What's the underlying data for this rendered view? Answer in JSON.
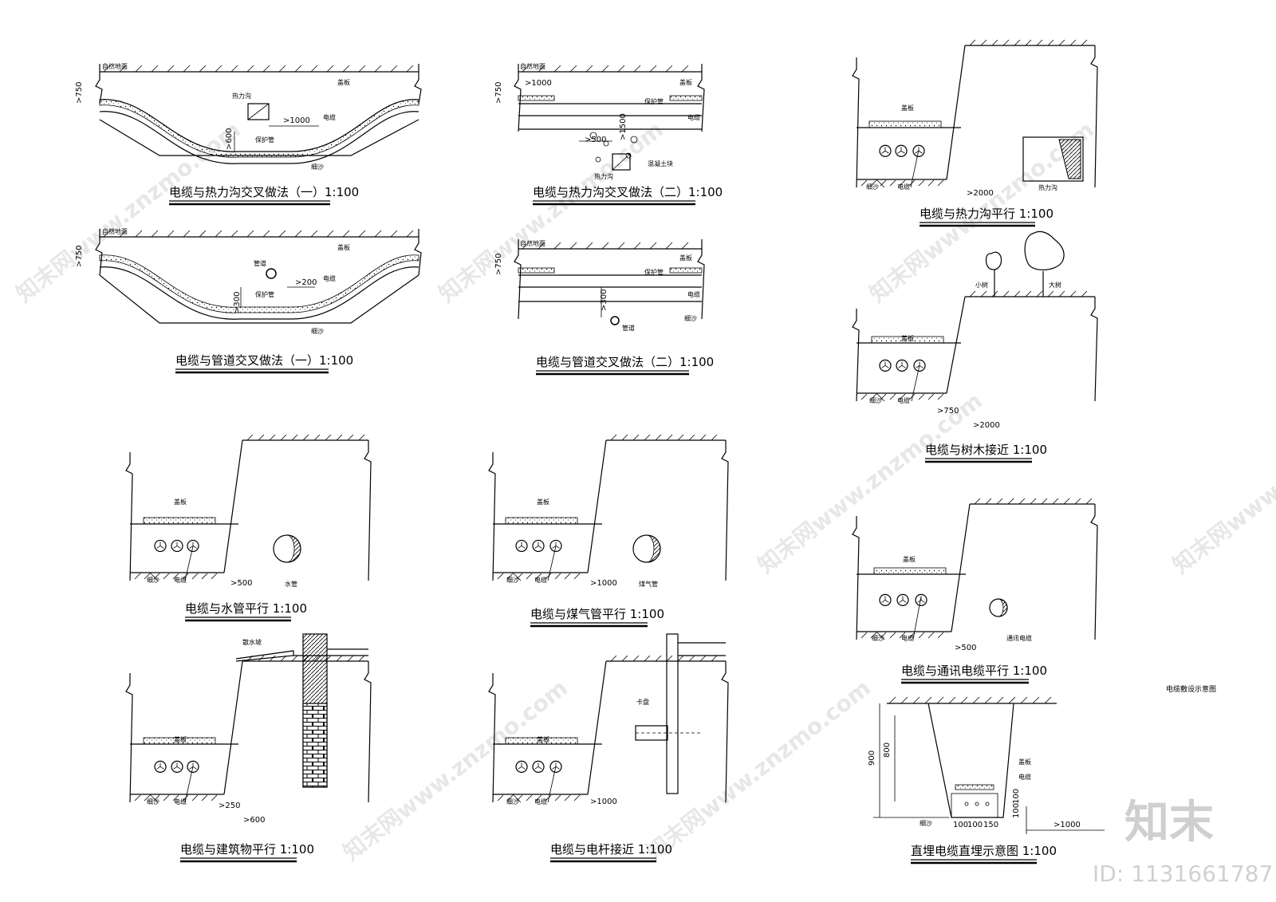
{
  "main_caption": "电缆敷设示意图",
  "logo_text": "知末",
  "id_text": "ID: 1131661787",
  "watermark": "知末网www.znzmo.com",
  "panels": {
    "heat_cross_1": {
      "title": "电缆与热力沟交叉做法（一）1:100",
      "ground": "自然地面",
      "depth": ">750",
      "trench": "热力沟",
      "dist": ">1000",
      "cover": "盖板",
      "cable": "电缆",
      "pipe": "保护管",
      "sand": "细沙",
      "dim_v": ">600"
    },
    "heat_cross_2": {
      "title": "电缆与热力沟交叉做法（二）1:100",
      "ground": "自然地面",
      "depth": ">750",
      "dist": ">1000",
      "cover": "盖板",
      "pipe": "保护管",
      "cable": "电缆",
      "dist_h": ">500",
      "dist_v": ">1500",
      "trench": "热力沟",
      "concrete": "混凝土块"
    },
    "pipe_cross_1": {
      "title": "电缆与管道交叉做法（一）1:100",
      "ground": "自然地面",
      "depth": ">750",
      "pipeline": "管道",
      "dist": ">200",
      "cover": "盖板",
      "cable": "电缆",
      "pipe": "保护管",
      "dim_v": ">300",
      "sand": "细沙"
    },
    "pipe_cross_2": {
      "title": "电缆与管道交叉做法（二）1:100",
      "ground": "自然地面",
      "depth": ">750",
      "cover": "盖板",
      "pipe": "保护管",
      "cable": "电缆",
      "sand": "细沙",
      "dim_v": ">300",
      "pipeline": "管道"
    },
    "heat_parallel": {
      "title": "电缆与热力沟平行 1:100",
      "cover": "盖板",
      "sand": "细沙",
      "cable": "电缆",
      "dist": ">2000",
      "trench": "热力沟"
    },
    "tree": {
      "title": "电缆与树木接近 1:100",
      "cover": "盖板",
      "sand": "细沙",
      "cable": "电缆",
      "small_tree": "小树",
      "big_tree": "大树",
      "dist1": ">750",
      "dist2": ">2000"
    },
    "telecom": {
      "title": "电缆与通讯电缆平行 1:100",
      "cover": "盖板",
      "sand": "细沙",
      "cable": "电缆",
      "dist": ">500",
      "telecom": "通讯电缆"
    },
    "water": {
      "title": "电缆与水管平行 1:100",
      "cover": "盖板",
      "sand": "细沙",
      "cable": "电缆",
      "dist": ">500",
      "object": "水管"
    },
    "gas": {
      "title": "电缆与煤气管平行 1:100",
      "cover": "盖板",
      "sand": "细沙",
      "cable": "电缆",
      "dist": ">1000",
      "object": "煤气管"
    },
    "building": {
      "title": "电缆与建筑物平行 1:100",
      "cover": "盖板",
      "sand": "细沙",
      "cable": "电缆",
      "apron": "散水坡",
      "dist1": ">250",
      "dist2": ">600"
    },
    "pole": {
      "title": "电缆与电杆接近 1:100",
      "cover": "盖板",
      "sand": "细沙",
      "cable": "电缆",
      "chuck": "卡盘",
      "dist": ">1000"
    },
    "direct_burial": {
      "title": "直埋电缆直埋示意图 1:100",
      "cover": "盖板",
      "cable": "电缆",
      "sand": "细沙",
      "dim_900": "900",
      "dim_800": "800",
      "dim_100a": "100",
      "dim_100b": "100",
      "dim_150": "150",
      "dim_right1": "100",
      "dim_right2": "100",
      "dist": ">1000"
    }
  }
}
